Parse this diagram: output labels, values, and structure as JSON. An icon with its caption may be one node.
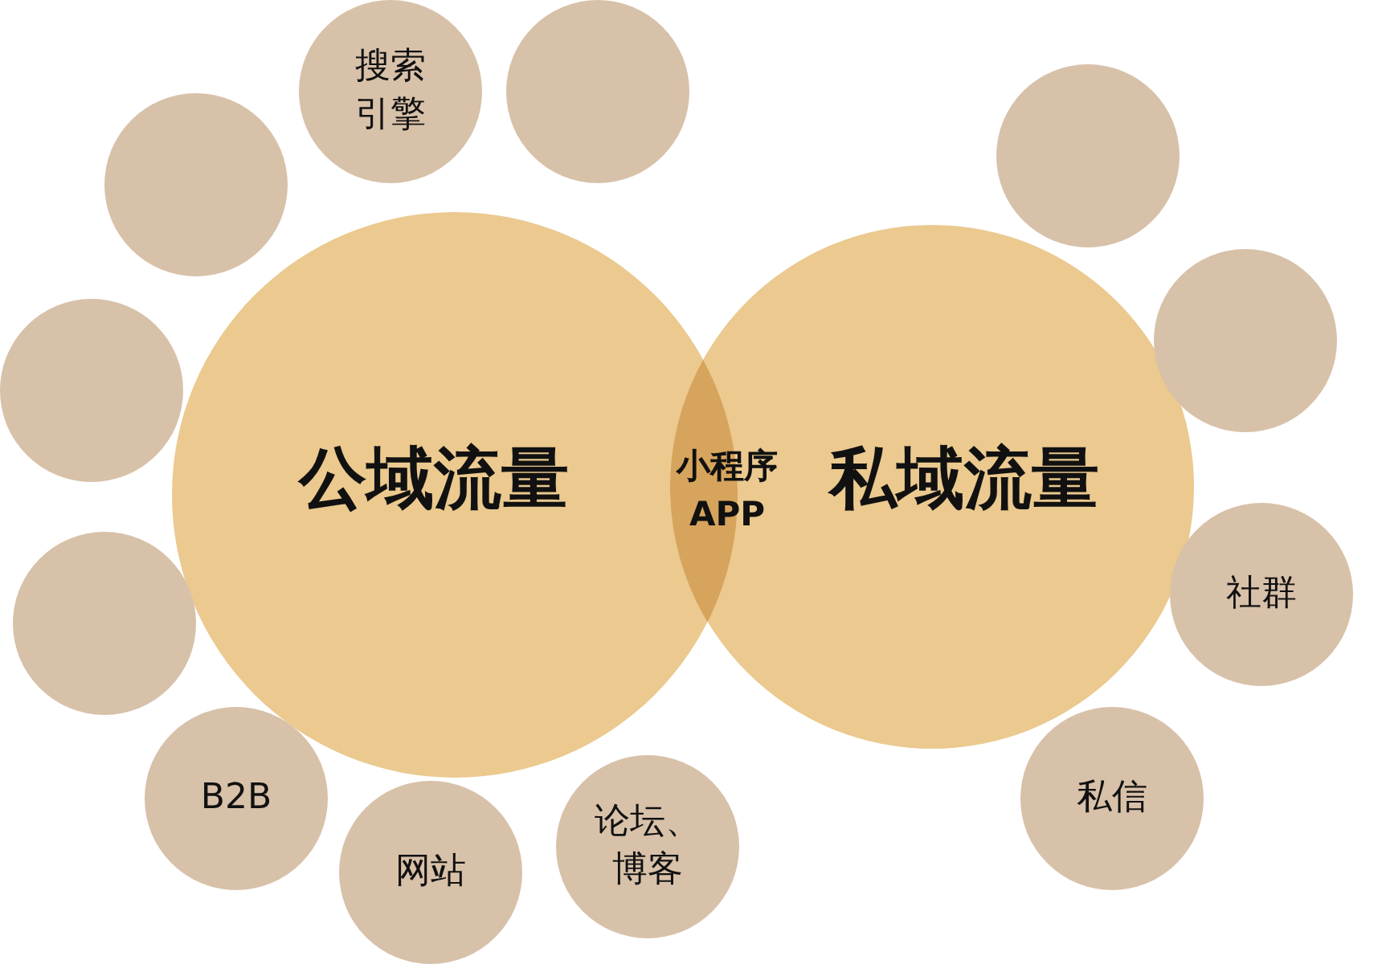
{
  "diagram": {
    "nodes": [
      {
        "text": [
          "公域流量"
        ]
      },
      {
        "text": [
          "小程序",
          "APP"
        ]
      },
      {
        "text": [
          "私域流量"
        ]
      },
      {
        "text": [],
        "shape": "circle"
      },
      {
        "text": [
          "搜索引擎"
        ]
      },
      {
        "text": [],
        "shape": "circle"
      },
      {
        "text": [],
        "shape": "circle"
      },
      {
        "text": [],
        "shape": "circle"
      },
      {
        "text": [
          "B2B"
        ]
      },
      {
        "text": [
          "网站"
        ]
      },
      {
        "text": [
          "论坛、博客"
        ]
      },
      {
        "text": [],
        "shape": "circle"
      },
      {
        "text": [],
        "shape": "circle"
      },
      {
        "text": [
          "社群"
        ]
      },
      {
        "text": [
          "私信"
        ]
      }
    ]
  }
}
